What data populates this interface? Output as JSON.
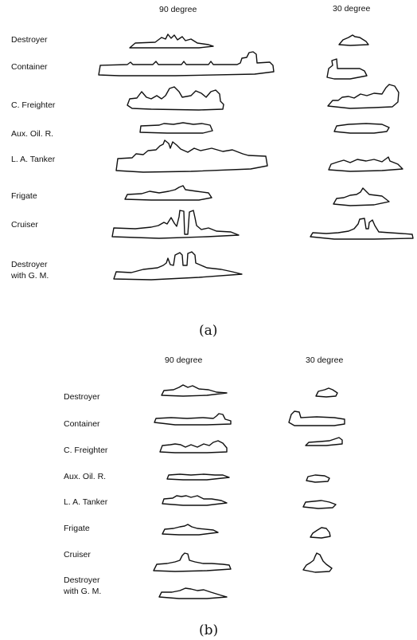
{
  "panels": [
    {
      "caption": "(a)",
      "headers": [
        "90 degree",
        "30 degree"
      ],
      "ships": [
        {
          "label": [
            "Destroyer"
          ],
          "shape90": "destroyer90a",
          "shape30": "destroyer30a"
        },
        {
          "label": [
            "Container"
          ],
          "shape90": "container90a",
          "shape30": "container30a"
        },
        {
          "label": [
            "C. Freighter"
          ],
          "shape90": "freighter90a",
          "shape30": "freighter30a"
        },
        {
          "label": [
            "Aux. Oil. R."
          ],
          "shape90": "oiler90a",
          "shape30": "oiler30a"
        },
        {
          "label": [
            "L. A. Tanker"
          ],
          "shape90": "tanker90a",
          "shape30": "tanker30a"
        },
        {
          "label": [
            "Frigate"
          ],
          "shape90": "frigate90a",
          "shape30": "frigate30a"
        },
        {
          "label": [
            "Cruiser"
          ],
          "shape90": "cruiser90a",
          "shape30": "cruiser30a"
        },
        {
          "label": [
            "Destroyer",
            "with G. M."
          ],
          "shape90": "destroyergm90a",
          "shape30": ""
        }
      ]
    },
    {
      "caption": "(b)",
      "headers": [
        "90 degree",
        "30 degree"
      ],
      "ships": [
        {
          "label": [
            "Destroyer"
          ],
          "shape90": "destroyer90b",
          "shape30": "destroyer30b"
        },
        {
          "label": [
            "Container"
          ],
          "shape90": "container90b",
          "shape30": "container30b"
        },
        {
          "label": [
            "C. Freighter"
          ],
          "shape90": "freighter90b",
          "shape30": "freighter30b"
        },
        {
          "label": [
            "Aux. Oil. R."
          ],
          "shape90": "oiler90b",
          "shape30": "oiler30b"
        },
        {
          "label": [
            "L. A. Tanker"
          ],
          "shape90": "tanker90b",
          "shape30": "tanker30b"
        },
        {
          "label": [
            "Frigate"
          ],
          "shape90": "frigate90b",
          "shape30": "frigate30b"
        },
        {
          "label": [
            "Cruiser"
          ],
          "shape90": "cruiser90b",
          "shape30": "cruiser30b"
        },
        {
          "label": [
            "Destroyer",
            "with G. M."
          ],
          "shape90": "destroyergm90b",
          "shape30": ""
        }
      ]
    }
  ]
}
